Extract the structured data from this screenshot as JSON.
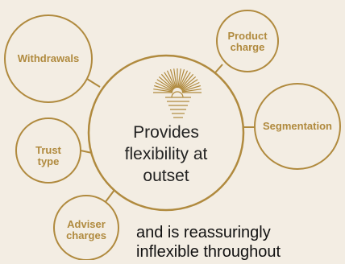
{
  "diagram": {
    "colors": {
      "stroke": "#b08a3e",
      "background": "#f3ede3",
      "fill": "#f3ede3"
    },
    "center": {
      "text_line1": "Provides",
      "text_line2": "flexibility at",
      "text_line3": "outset",
      "icon": "sunrise-icon"
    },
    "nodes": {
      "withdrawals": "Withdrawals",
      "product_charge_1": "Product",
      "product_charge_2": "charge",
      "segmentation": "Segmentation",
      "trust_type_1": "Trust",
      "trust_type_2": "type",
      "adviser_charges_1": "Adviser",
      "adviser_charges_2": "charges"
    },
    "caption": {
      "line1": "and is reassuringly",
      "line2": "inflexible throughout"
    }
  }
}
